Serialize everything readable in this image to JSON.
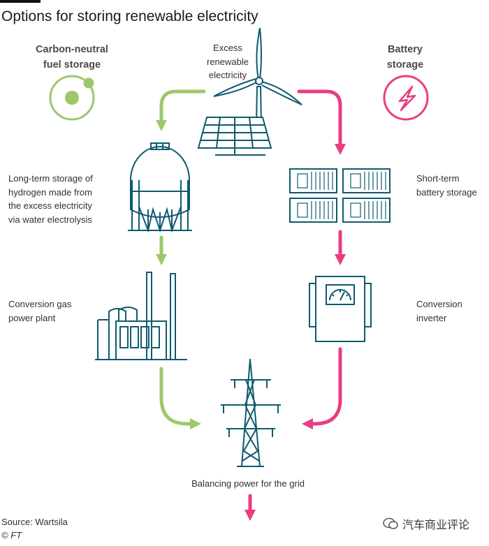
{
  "title": "Options for storing renewable electricity",
  "nodes": {
    "source": "Excess\nrenewable\nelectricity",
    "fuel_header": "Carbon-neutral\nfuel storage",
    "battery_header": "Battery\nstorage",
    "hydrogen": "Long-term storage of\nhydrogen made from\nthe excess electricity\nvia water electrolysis",
    "short_term": "Short-term\nbattery storage",
    "gas_plant": "Conversion gas\npower plant",
    "inverter": "Conversion\ninverter",
    "grid": "Balancing power for the grid"
  },
  "footer": {
    "source": "Source: Wartsila",
    "credit": "© FT"
  },
  "watermark": "汽车商业评论",
  "colors": {
    "green": "#9dc86a",
    "pink": "#ea3d82",
    "teal": "#0f5a6e"
  }
}
